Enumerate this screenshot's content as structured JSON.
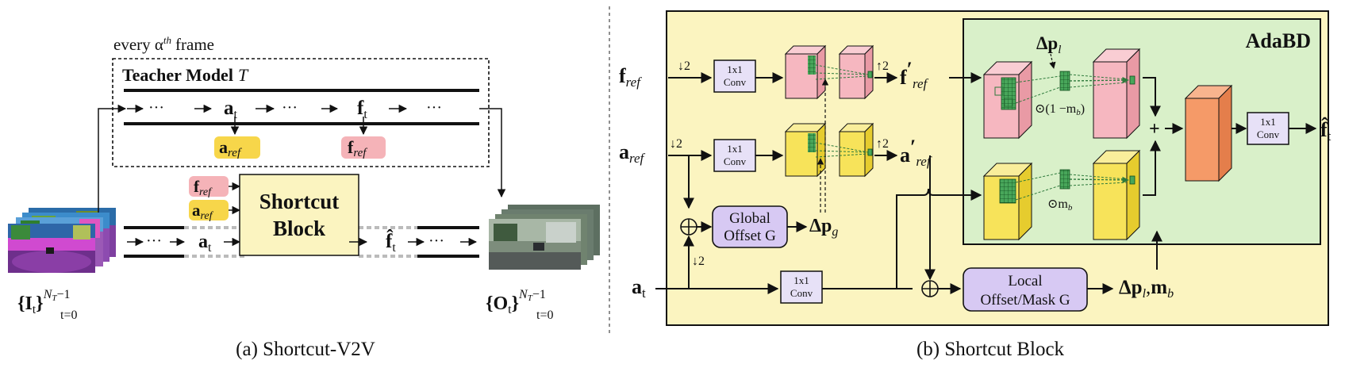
{
  "panel_a": {
    "top_caption": "every α",
    "top_caption_sup": "th",
    "top_caption_tail": "frame",
    "teacher_title": "Teacher Model",
    "teacher_symbol": "T",
    "ellipsis": "···",
    "a_t_bold": "a",
    "a_t_sub": "t",
    "f_t_bold": "f",
    "f_t_sub": "t",
    "a_ref_bold": "a",
    "f_ref_bold": "f",
    "ref_sub": "ref",
    "shortcut_line1": "Shortcut",
    "shortcut_line2": "Block",
    "f_hat_bold": "f̂",
    "f_hat_sub": "t",
    "input_set_bold": "{I",
    "input_set_sub": "t",
    "input_set_close": "}",
    "input_set_sup": "N",
    "input_set_sup_sub": "T",
    "input_set_sup_tail": "−1",
    "input_set_lower": "t=0",
    "output_set_bold": "{O",
    "output_set_sub": "t",
    "output_set_close": "}",
    "output_set_sup": "N",
    "output_set_sup_sub": "T",
    "output_set_sup_tail": "−1",
    "output_set_lower": "t=0",
    "caption": "(a) Shortcut-V2V"
  },
  "panel_b": {
    "adabd_title": "AdaBD",
    "conv_label_1": "1x1",
    "conv_label_2": "Conv",
    "down2": "↓2",
    "up2": "↑2",
    "f_ref_bold": "f",
    "a_ref_bold": "a",
    "a_t_bold": "a",
    "ref_sub": "ref",
    "t_sub": "t",
    "prime": "′",
    "global_offset_1": "Global",
    "global_offset_2": "Offset G",
    "delta_p": "Δp",
    "g_sub": "g",
    "l_sub": "l",
    "local_offset_1": "Local",
    "local_offset_2": "Offset/Mask G",
    "m_bold": "m",
    "b_sub": "b",
    "mask_inv_label": "⊙(1 −m",
    "mask_label": "⊙m",
    "plus": "+",
    "output_hat": "f̂",
    "caption": "(b) Shortcut Block"
  },
  "colors": {
    "block_yellow": "#fbf4c0",
    "adabd_green": "#d9f0c9",
    "feature_pink": "#f6b7c0",
    "feature_yellow": "#f7e35a",
    "fused_orange": "#f59a68",
    "offset_purple": "#d7c9f3",
    "conv_purple": "#e7e1f7",
    "grid_green": "#2e9c4a",
    "ref_a_bg": "#f7d64a",
    "ref_f_bg": "#f5b3b8"
  }
}
